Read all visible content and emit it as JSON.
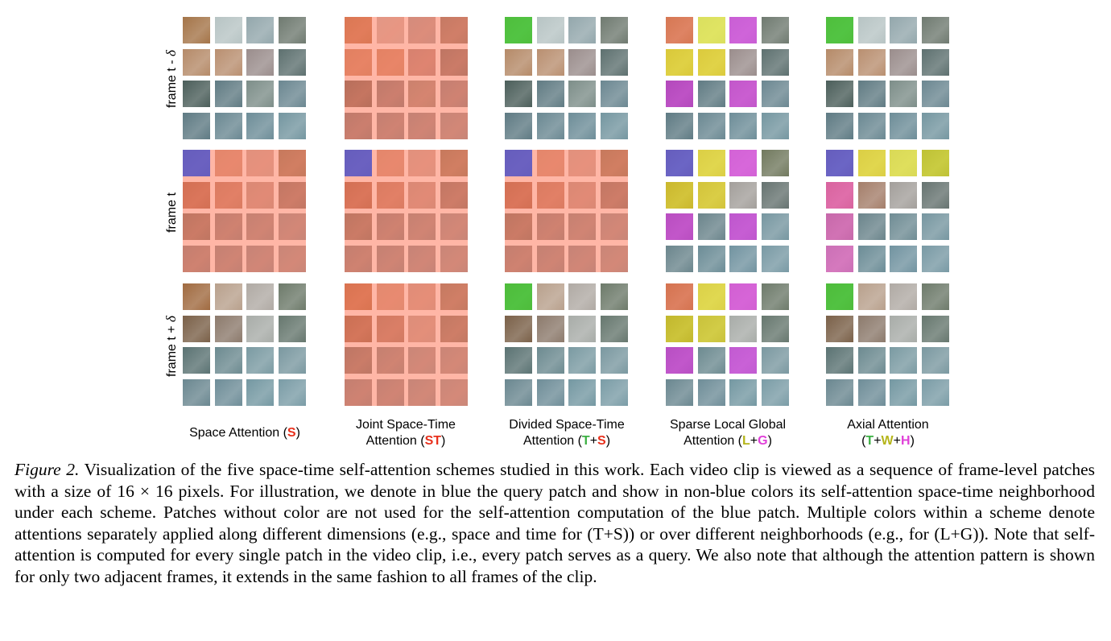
{
  "figure": {
    "row_labels": [
      {
        "text": "frame t - ",
        "delta": "δ"
      },
      {
        "text": "frame t",
        "delta": ""
      },
      {
        "text": "frame t + ",
        "delta": "δ"
      }
    ],
    "schemes": [
      {
        "line1": "Space Attention (",
        "line2": "",
        "codes": [
          {
            "t": "S",
            "color": "#e8301c"
          }
        ],
        "close": ")"
      },
      {
        "line1": "Joint Space-Time",
        "line2": "Attention (",
        "codes": [
          {
            "t": "ST",
            "color": "#e8301c"
          }
        ],
        "close": ")"
      },
      {
        "line1": "Divided Space-Time",
        "line2": "Attention (",
        "codes": [
          {
            "t": "T",
            "color": "#3cb043"
          },
          {
            "t": "+",
            "color": "#000000"
          },
          {
            "t": "S",
            "color": "#e8301c"
          }
        ],
        "close": ")"
      },
      {
        "line1": "Sparse Local Global",
        "line2": "Attention (",
        "codes": [
          {
            "t": "L",
            "color": "#b5b51a"
          },
          {
            "t": "+",
            "color": "#000000"
          },
          {
            "t": "G",
            "color": "#e040d8"
          }
        ],
        "close": ")"
      },
      {
        "line1": "Axial Attention",
        "line2": "(",
        "codes": [
          {
            "t": "T",
            "color": "#3cb043"
          },
          {
            "t": "+",
            "color": "#000000"
          },
          {
            "t": "W",
            "color": "#b5b51a"
          },
          {
            "t": "+",
            "color": "#000000"
          },
          {
            "t": "H",
            "color": "#e040d8"
          }
        ],
        "close": ")"
      }
    ],
    "colors": {
      "query": "#5a5ae0",
      "space": "#ff7a5c",
      "time": "#3ad13a",
      "local": "#f2f21a",
      "global": "#e040e6",
      "width": "#f2f21a",
      "height": "#ff66cc"
    },
    "schemes_grid": [
      [
        [
          "........",
          "........",
          "........",
          "........"
        ],
        [
          "Q S S S",
          "S S S S",
          "S S S S",
          "S S S S"
        ],
        [
          "........",
          "........",
          "........",
          "........"
        ]
      ],
      [
        [
          "S S S S",
          "S S S S",
          "S S S S",
          "S S S S"
        ],
        [
          "Q S S S",
          "S S S S",
          "S S S S",
          "S S S S"
        ],
        [
          "S S S S",
          "S S S S",
          "S S S S",
          "S S S S"
        ]
      ],
      [
        [
          "T . . .",
          ". . . .",
          ". . . .",
          ". . . ."
        ],
        [
          "Q S S S",
          "S S S S",
          "S S S S",
          "S S S S"
        ],
        [
          "T . . .",
          ". . . .",
          ". . . .",
          ". . . ."
        ]
      ],
      [
        [
          "R L G .",
          "L L . .",
          "G . G .",
          ". . . ."
        ],
        [
          "Q L G .",
          "L L . .",
          "G . G .",
          ". . . ."
        ],
        [
          "R L G .",
          "L L . .",
          "G . G .",
          ". . . ."
        ]
      ],
      [
        [
          "T . . .",
          ". . . .",
          ". . . .",
          ". . . ."
        ],
        [
          "Q W W W",
          "H . . .",
          "H . . .",
          "H . . ."
        ],
        [
          "T . . .",
          ". . . .",
          ". . . .",
          ". . . ."
        ]
      ]
    ]
  },
  "caption": {
    "lead": "Figure 2.",
    "text": " Visualization of the five space-time self-attention schemes studied in this work. Each video clip is viewed as a sequence of frame-level patches with a size of 16 × 16 pixels. For illustration, we denote in blue the query patch and show in non-blue colors its self-attention space-time neighborhood under each scheme. Patches without color are not used for the self-attention computation of the blue patch. Multiple colors within a scheme denote attentions separately applied along different dimensions (e.g., space and time for (T+S)) or over different neighborhoods (e.g., for (L+G)). Note that self-attention is computed for every single patch in the video clip, i.e., every patch serves as a query. We also note that although the attention pattern is shown for only two adjacent frames, it extends in the same fashion to all frames of the clip."
  }
}
